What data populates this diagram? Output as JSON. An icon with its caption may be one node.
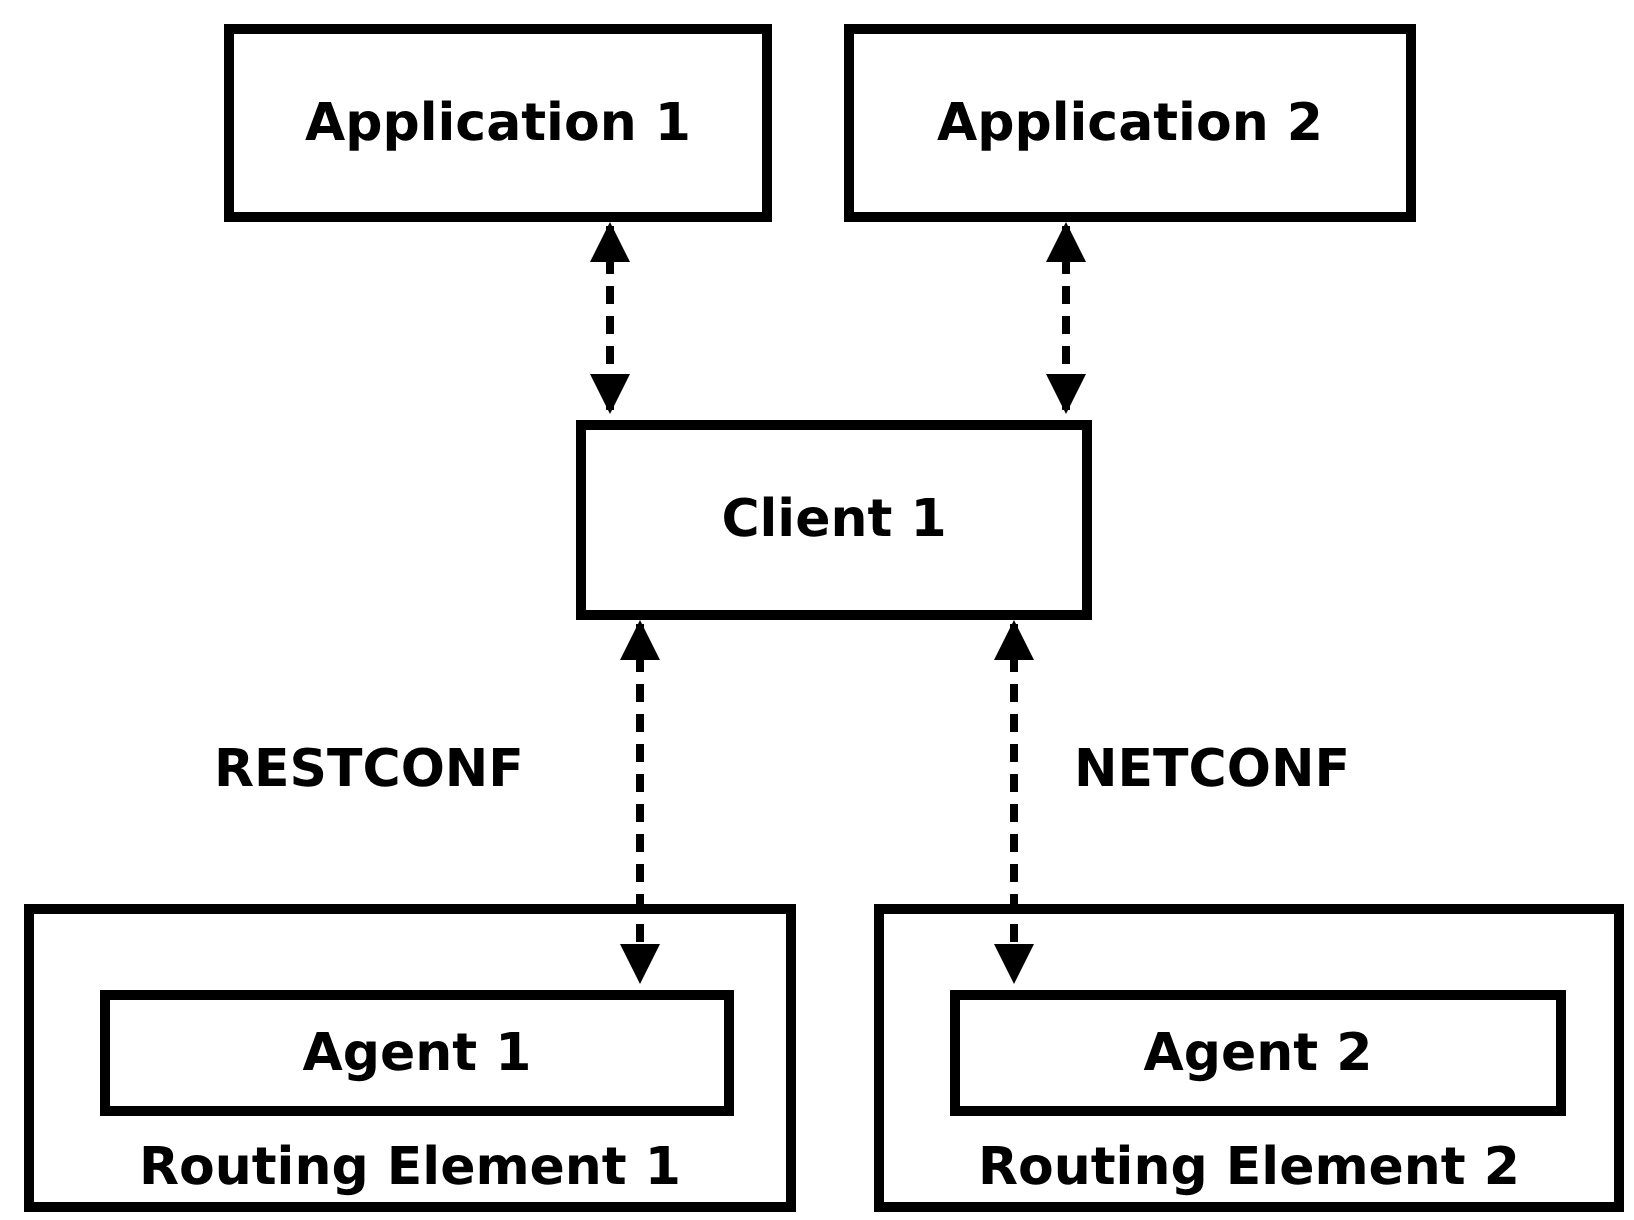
{
  "diagram": {
    "nodes": [
      {
        "text": [
          "Application 1"
        ]
      },
      {
        "text": [
          "Application 2"
        ]
      },
      {
        "text": [
          "Client 1"
        ]
      },
      {
        "text": [
          "Routing Element 1"
        ]
      },
      {
        "text": [
          "Agent 1"
        ],
        "in": 3
      },
      {
        "text": [
          "Routing Element 2"
        ]
      },
      {
        "text": [
          "Agent 2"
        ],
        "in": 5
      }
    ],
    "edges": [
      {
        "from": 0,
        "to": 2,
        "arrow": "both",
        "style": "dashed"
      },
      {
        "from": 1,
        "to": 2,
        "arrow": "both",
        "style": "dashed"
      },
      {
        "from": 2,
        "to": 4,
        "arrow": "both",
        "style": "dashed",
        "label": "RESTCONF"
      },
      {
        "from": 2,
        "to": 6,
        "arrow": "both",
        "style": "dashed",
        "label": "NETCONF"
      }
    ]
  }
}
